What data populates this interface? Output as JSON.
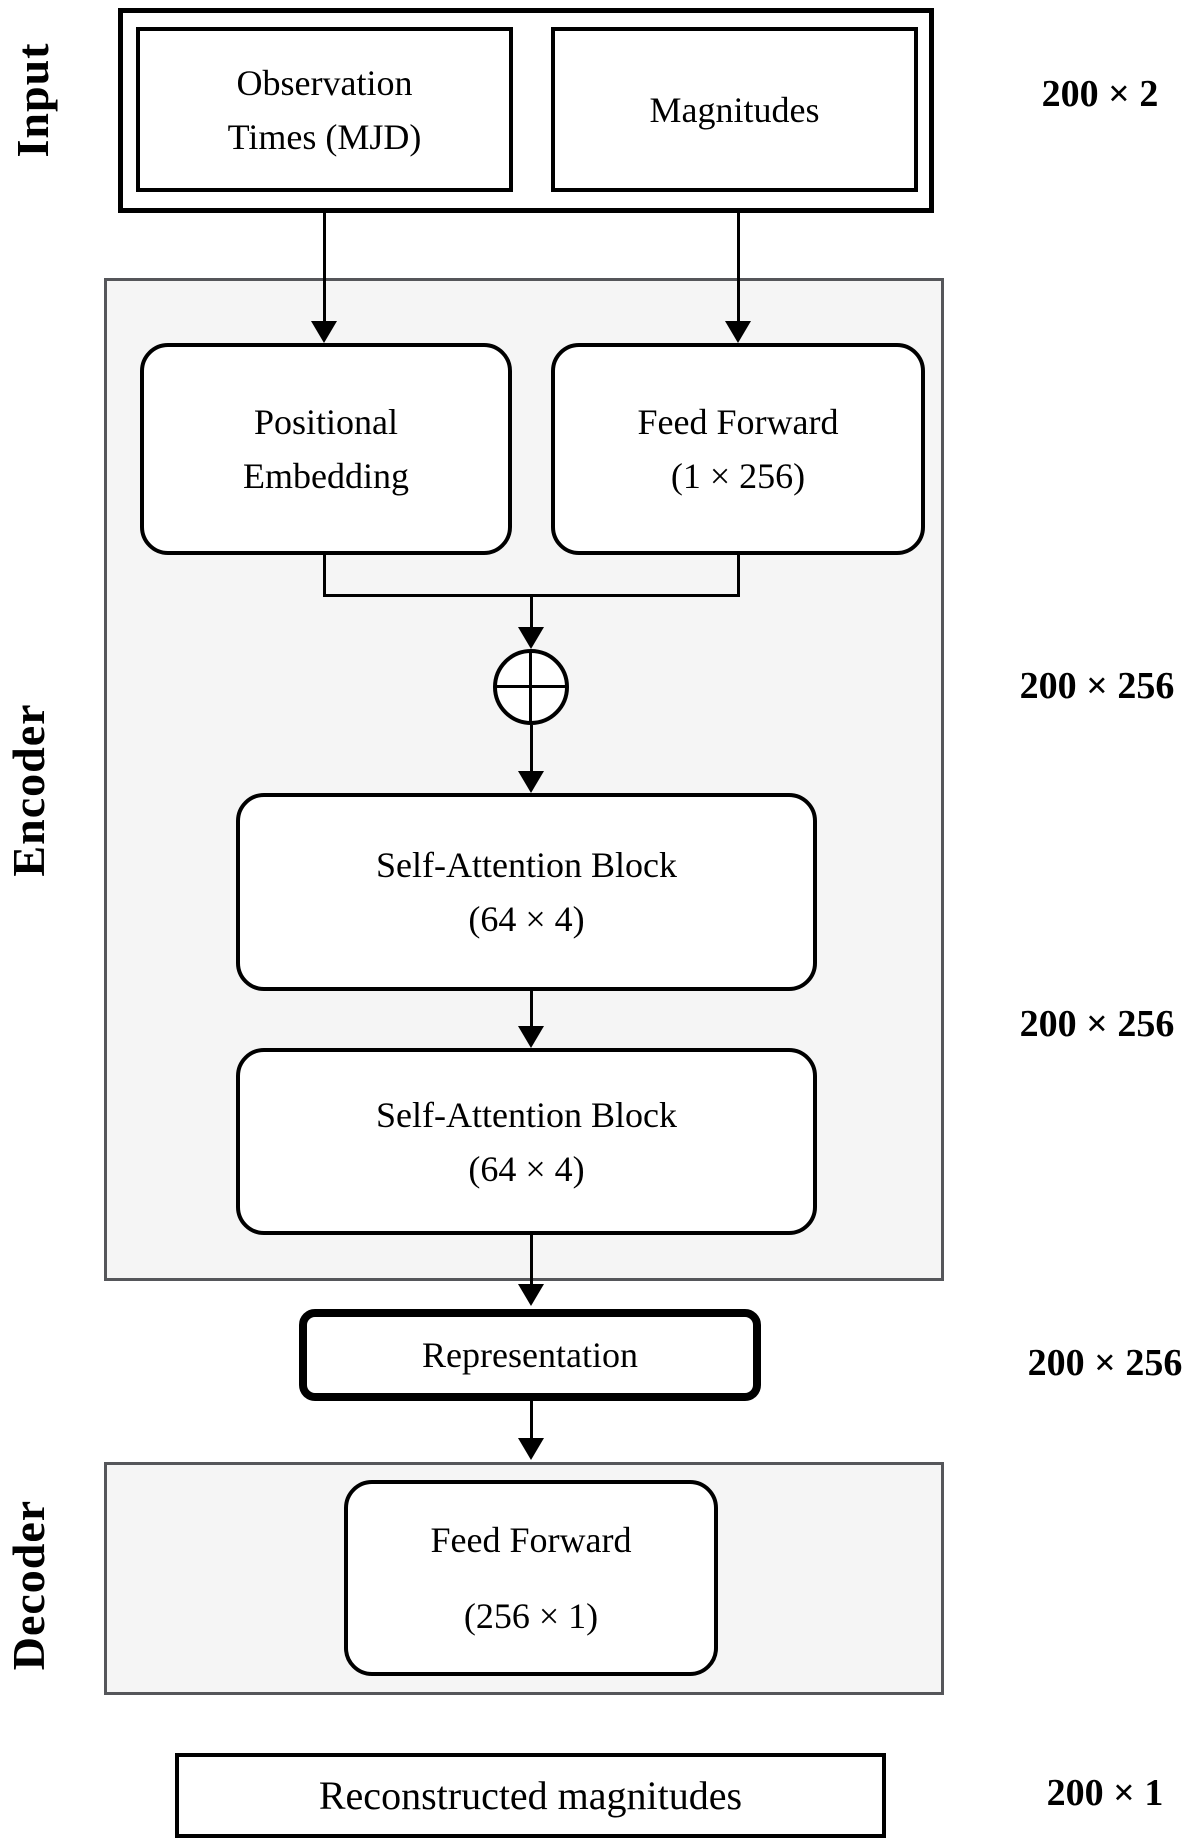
{
  "sections": {
    "input": {
      "label": "Input"
    },
    "encoder": {
      "label": "Encoder"
    },
    "decoder": {
      "label": "Decoder"
    }
  },
  "nodes": {
    "observation_times": {
      "line1": "Observation",
      "line2": "Times (MJD)"
    },
    "magnitudes": {
      "label": "Magnitudes"
    },
    "positional_embedding": {
      "line1": "Positional",
      "line2": "Embedding"
    },
    "feed_forward_encoder": {
      "line1": "Feed Forward",
      "line2": "(1 × 256)"
    },
    "self_attention_block_1": {
      "line1": "Self-Attention Block",
      "line2": "(64 × 4)"
    },
    "self_attention_block_2": {
      "line1": "Self-Attention Block",
      "line2": "(64 × 4)"
    },
    "representation": {
      "label": "Representation"
    },
    "feed_forward_decoder": {
      "line1": "Feed Forward",
      "line2": "(256 × 1)"
    },
    "reconstructed_magnitudes": {
      "label": "Reconstructed magnitudes"
    }
  },
  "annotations": {
    "input_dim": "200 × 2",
    "embedded_dim": "200 × 256",
    "sa_output_dim": "200 × 256",
    "representation_dim": "200 × 256",
    "output_dim": "200 × 1"
  },
  "operators": {
    "merge": "circled-plus"
  },
  "colors": {
    "background": "#ffffff",
    "node_border": "#000000",
    "container_fill": "#f5f5f5",
    "container_border": "#55565a",
    "text": "#000000"
  }
}
